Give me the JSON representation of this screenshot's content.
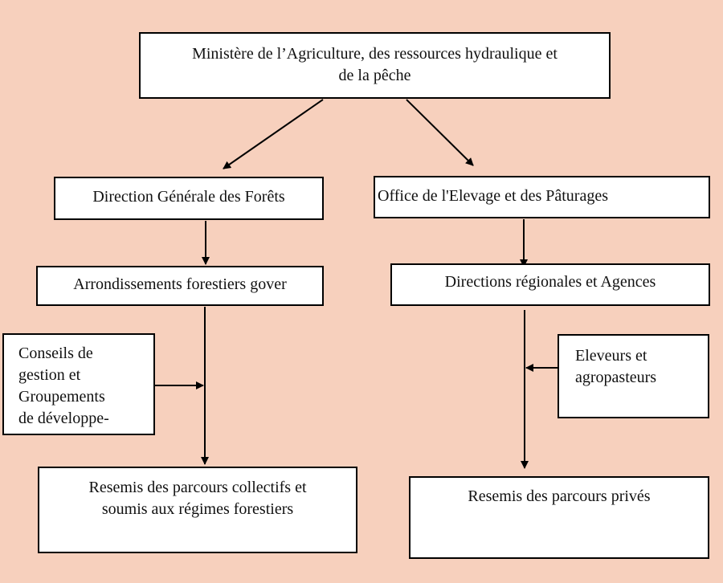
{
  "nodes": {
    "ministry": "Ministère de l’Agriculture, des ressources hydraulique et\nde la pêche",
    "direction_forets": "Direction Générale des Forêts",
    "office_elevage": "Office de l'Elevage et des Pâturages",
    "arrondissements": "Arrondissements forestiers gover",
    "directions_regionales": "Directions régionales et Agences",
    "conseils": "Conseils de\ngestion et\nGroupements\nde développe-",
    "eleveurs": "Eleveurs et\nagropasteurs",
    "resemis_collectifs": "Resemis des parcours collectifs et\nsoumis aux régimes forestiers",
    "resemis_prives": "Resemis des parcours privés"
  },
  "colors": {
    "background": "#f7d0bd",
    "box_fill": "#ffffff",
    "line": "#000000"
  }
}
